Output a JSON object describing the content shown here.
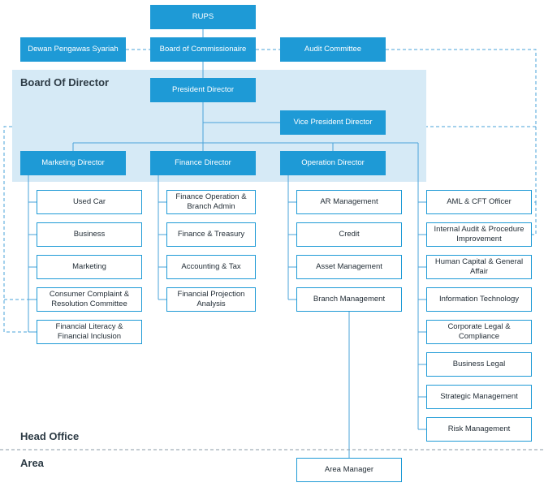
{
  "colors": {
    "accent": "#1e9ad6",
    "panel": "#d6eaf6",
    "line": "#4aa3d9",
    "label": "#2d3b45"
  },
  "labels": {
    "board_of_director": "Board Of Director",
    "head_office": "Head Office",
    "area": "Area"
  },
  "top": {
    "rups": "RUPS",
    "board_of_commissionaire": "Board of Commissionaire",
    "dewan_pengawas_syariah": "Dewan Pengawas Syariah",
    "audit_committee": "Audit Committee"
  },
  "directors": {
    "president": "President Director",
    "vice_president": "Vice President Director",
    "marketing": "Marketing Director",
    "finance": "Finance Director",
    "operation": "Operation Director"
  },
  "marketing_units": [
    "Used Car",
    "Business",
    "Marketing",
    "Consumer Complaint & Resolution Committee",
    "Financial Literacy & Financial Inclusion"
  ],
  "finance_units": [
    "Finance Operation & Branch Admin",
    "Finance & Treasury",
    "Accounting & Tax",
    "Financial Projection Analysis"
  ],
  "operation_units": [
    "AR Management",
    "Credit",
    "Asset Management",
    "Branch Management"
  ],
  "president_units": [
    "AML & CFT Officer",
    "Internal Audit & Procedure Improvement",
    "Human Capital & General Affair",
    "Information Technology",
    "Corporate Legal & Compliance",
    "Business Legal",
    "Strategic Management",
    "Risk Management"
  ],
  "area_units": [
    "Area Manager"
  ]
}
